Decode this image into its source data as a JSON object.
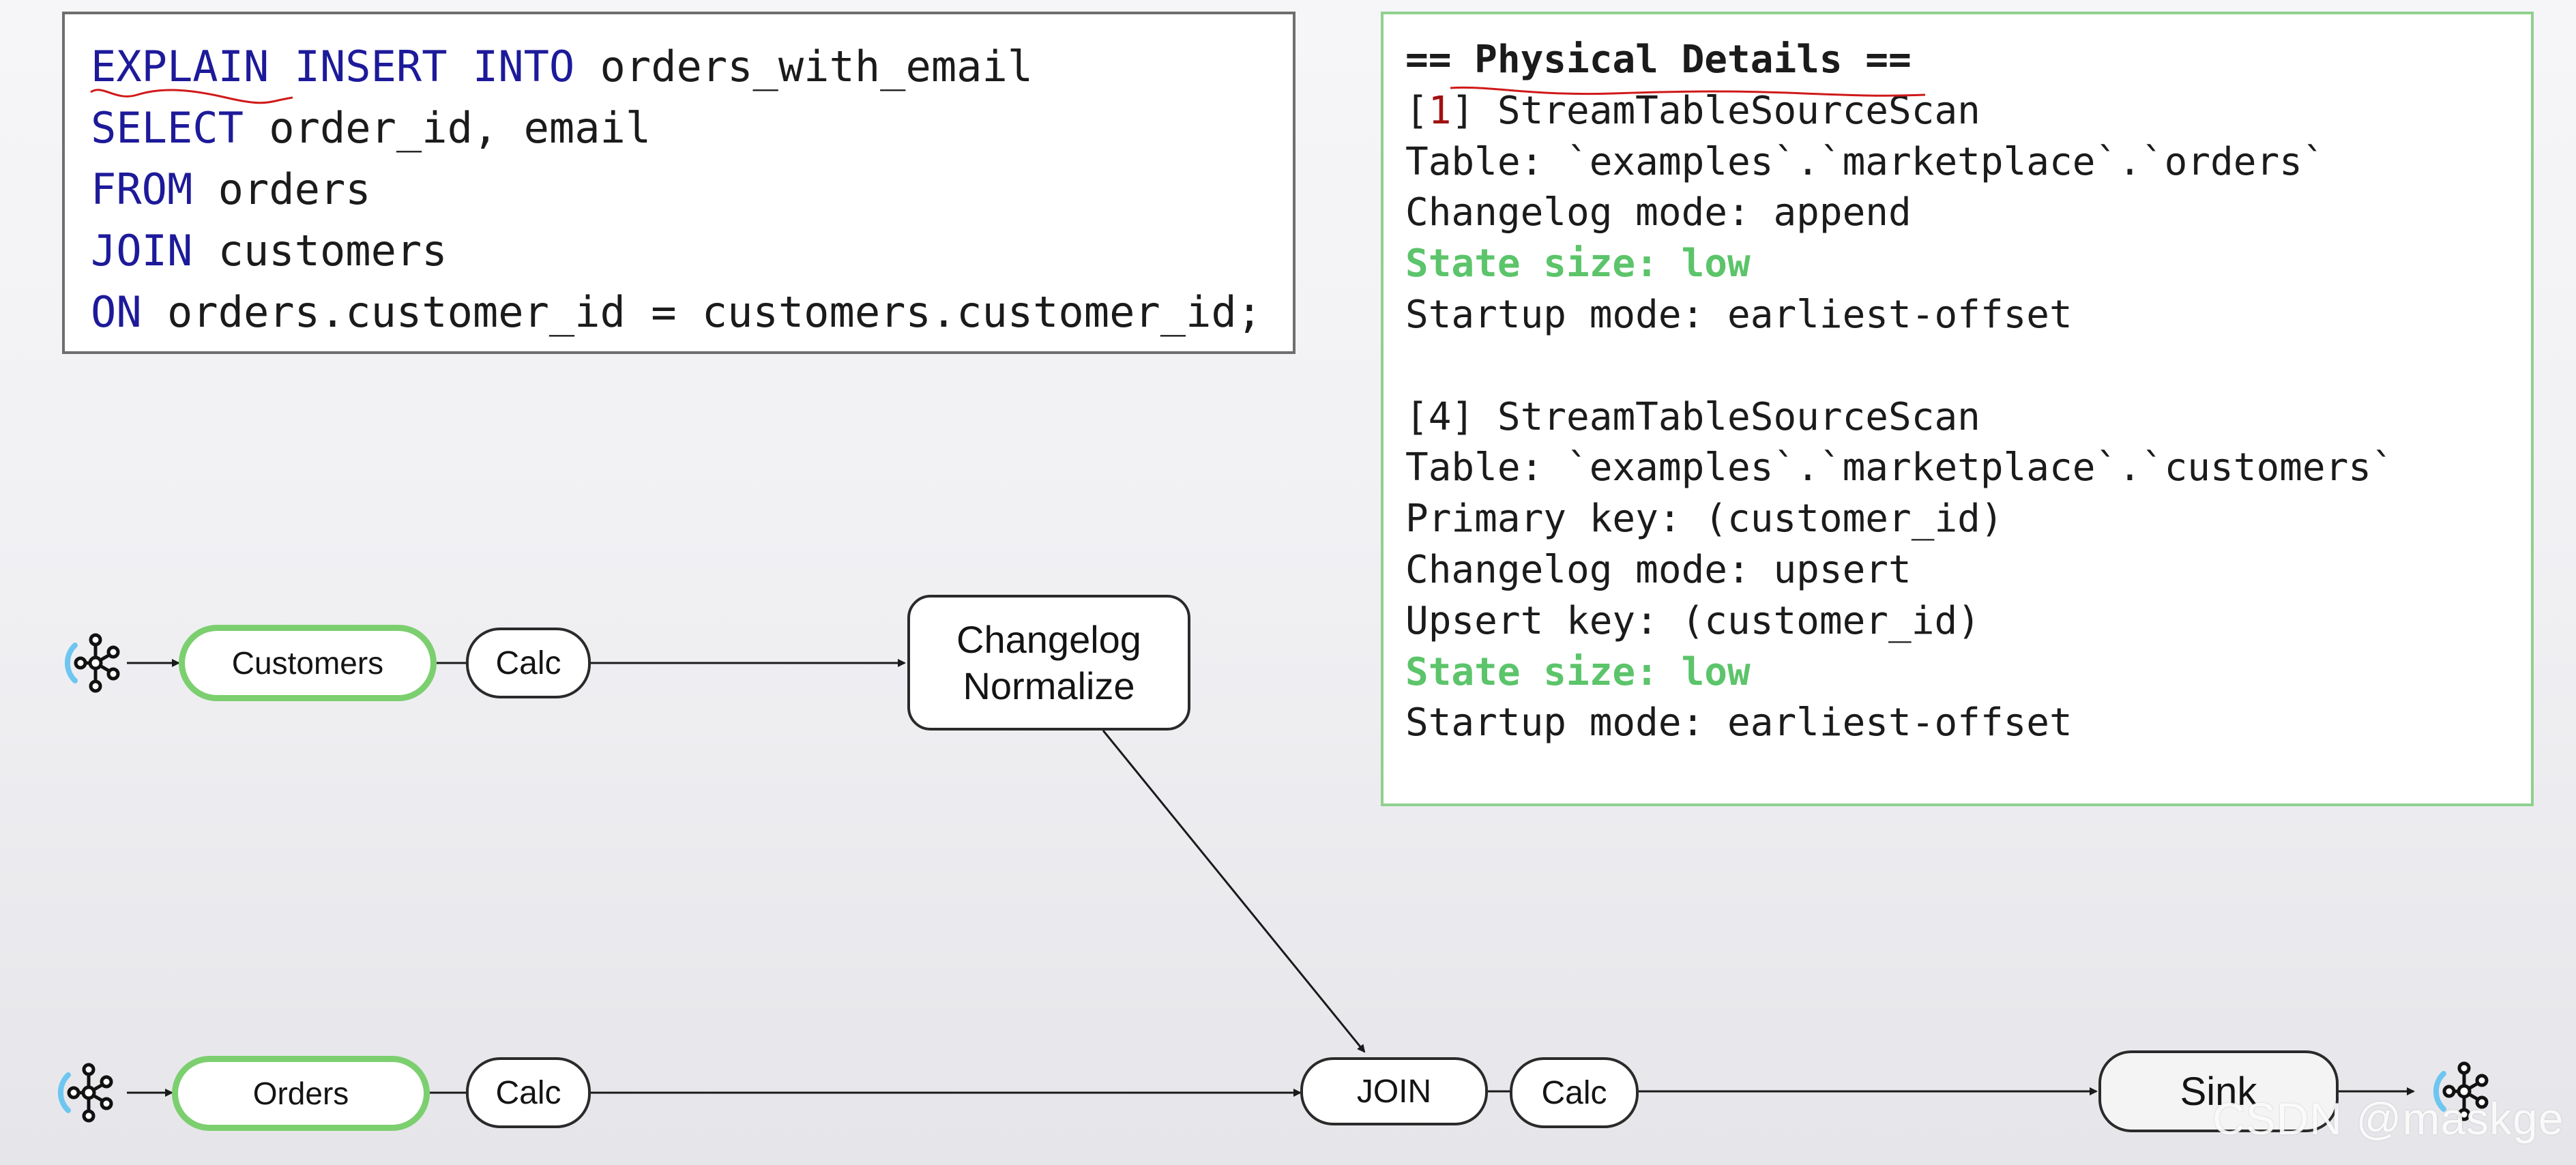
{
  "sql_query": {
    "lines": [
      [
        "EXPLAIN",
        " ",
        "INSERT",
        " ",
        "INTO",
        " orders_with_email"
      ],
      [
        "SELECT",
        " order_id, email"
      ],
      [
        "FROM",
        " orders"
      ],
      [
        "JOIN",
        " customers"
      ],
      [
        "ON",
        " orders.customer_id = customers.customer_id;"
      ]
    ]
  },
  "physical_details": {
    "heading_prefix": "== ",
    "heading": "Physical Details",
    "heading_suffix": " ==",
    "source_1": {
      "id_open": "[",
      "id": "1",
      "id_close": "]",
      "operator": " StreamTableSourceScan",
      "table": "Table: `examples`.`marketplace`.`orders`",
      "changelog_mode": "Changelog mode: append",
      "state_size": "State size: low",
      "startup_mode": "Startup mode: earliest-offset"
    },
    "source_4": {
      "id_open": "[",
      "id": "4",
      "id_close": "]",
      "operator": " StreamTableSourceScan",
      "table": "Table: `examples`.`marketplace`.`customers`",
      "primary_key": "Primary key: (customer_id)",
      "changelog_mode": "Changelog mode: upsert",
      "upsert_key": "Upsert key: (customer_id)",
      "state_size": "State size: low",
      "startup_mode": "Startup mode: earliest-offset"
    }
  },
  "diagram": {
    "customers_label": "Customers",
    "orders_label": "Orders",
    "calc_label": "Calc",
    "changelog_line1": "Changelog",
    "changelog_line2": "Normalize",
    "join_label": "JOIN",
    "sink_label": "Sink"
  },
  "watermark": "CSDN @maskge",
  "colors": {
    "sql_keyword": "#1d1a9a",
    "state_size_green": "#5cc46a",
    "source_node_border": "#7ccf6f",
    "physical_panel_border": "#8fd08f",
    "annotation_underline": "#d01919"
  }
}
